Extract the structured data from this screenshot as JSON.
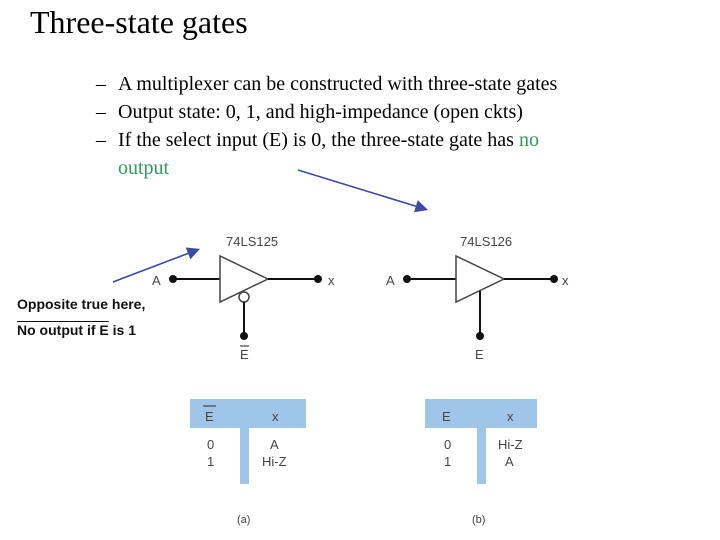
{
  "title": "Three-state gates",
  "bullets": [
    {
      "dash": "–",
      "text": "A multiplexer can be constructed with three-state gates"
    },
    {
      "dash": "–",
      "text": "Output state: 0, 1, and high-impedance (open ckts)"
    },
    {
      "dash": "–",
      "text": "If the select input (E) is 0, the three-state gate has ",
      "highlight": "no",
      "line2": "output"
    }
  ],
  "note": {
    "line1": "Opposite true here,",
    "line2_pre": "No output if E",
    "line2_post": "is 1"
  },
  "colors": {
    "highlight": "#2e9b5e",
    "arrow": "#3b4ba0",
    "table_bar": "#9fc5e8"
  },
  "diagram_a": {
    "chip": "74LS125",
    "input": "A",
    "output": "x",
    "enable": "E",
    "table": {
      "headers": [
        "E",
        "x"
      ],
      "rows": [
        [
          "0",
          "A"
        ],
        [
          "1",
          "Hi-Z"
        ]
      ]
    },
    "caption": "(a)"
  },
  "diagram_b": {
    "chip": "74LS126",
    "input": "A",
    "output": "x",
    "enable": "E",
    "table": {
      "headers": [
        "E",
        "x"
      ],
      "rows": [
        [
          "0",
          "Hi-Z"
        ],
        [
          "1",
          "A"
        ]
      ]
    },
    "caption": "(b)"
  }
}
